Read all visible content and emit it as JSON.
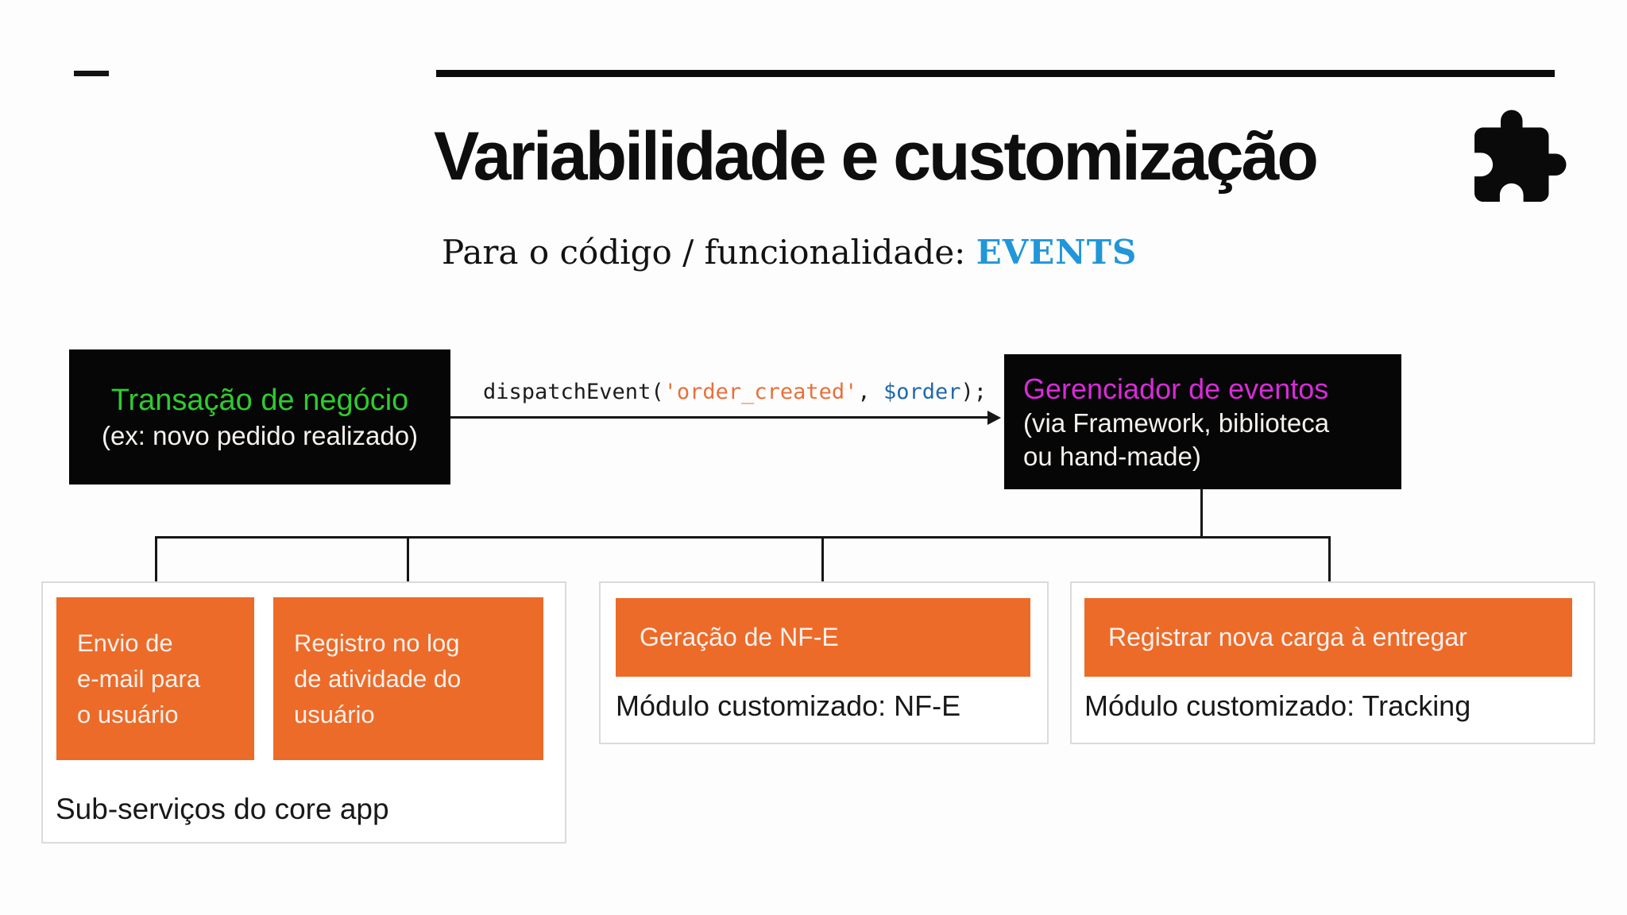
{
  "header": {
    "title": "Variabilidade e customização",
    "subtitle_prefix": "Para o código / funcionalidade: ",
    "subtitle_highlight": "EVENTS",
    "icon": "puzzle-piece-icon"
  },
  "flow": {
    "source_box": {
      "title": "Transação de negócio",
      "subtitle": "(ex: novo pedido realizado)"
    },
    "code_call": {
      "function": "dispatchEvent(",
      "event_string": "'order_created'",
      "comma": ", ",
      "variable": "$order",
      "close": ");"
    },
    "manager_box": {
      "title": "Gerenciador de eventos",
      "subtitle_lines": [
        "(via Framework, biblioteca",
        "ou hand-made)"
      ]
    }
  },
  "handlers": {
    "core": {
      "boxes": [
        {
          "lines": [
            "Envio de",
            "e-mail para",
            "o usuário"
          ]
        },
        {
          "lines": [
            "Registro no log",
            "de atividade do",
            "usuário"
          ]
        }
      ],
      "caption": "Sub-serviços do core app"
    },
    "nfe": {
      "box_label": "Geração de NF-E",
      "caption": "Módulo customizado: NF-E"
    },
    "tracking": {
      "box_label": "Registrar nova carga à entregar",
      "caption": "Módulo customizado: Tracking"
    }
  },
  "colors": {
    "events_blue": "#2196d8",
    "source_green": "#2fcb2f",
    "manager_magenta": "#d92bd9",
    "box_white_text": "#f4f1ee",
    "code_default": "#1c1c1c",
    "code_string": "#e8703a",
    "code_variable": "#2069a8",
    "orange": "#ed6b28",
    "black_box": "#060606"
  }
}
